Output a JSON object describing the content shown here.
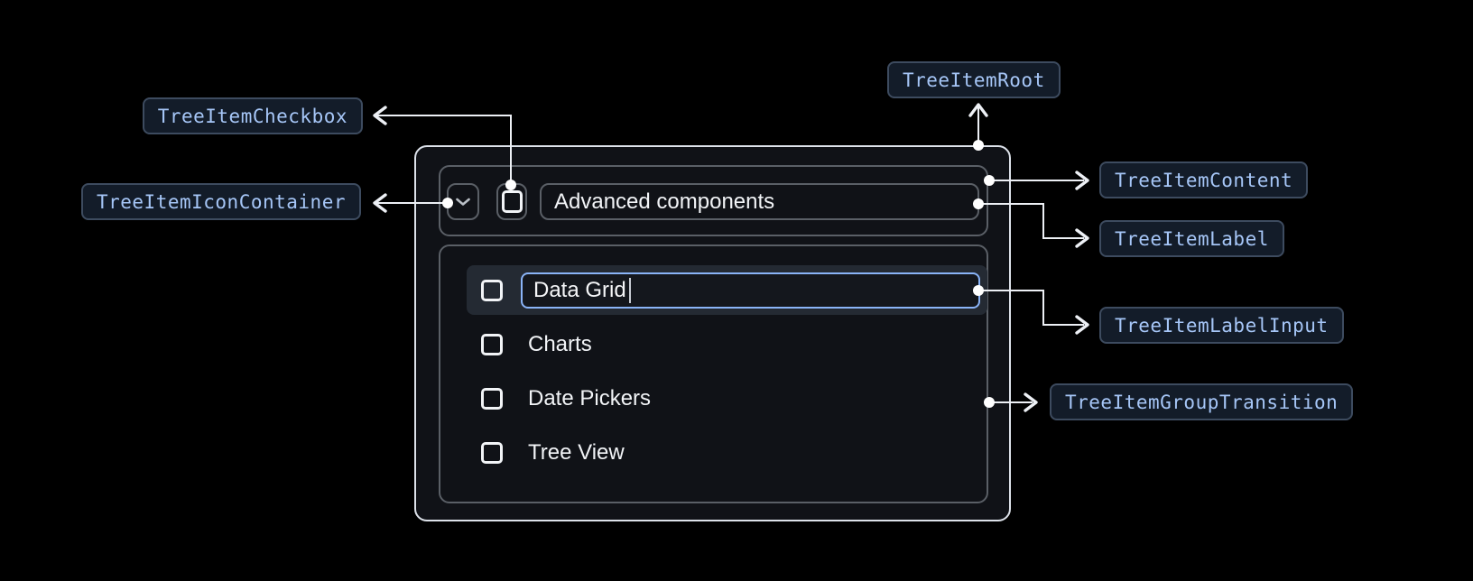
{
  "badges": {
    "root": "TreeItemRoot",
    "checkbox": "TreeItemCheckbox",
    "icon_container": "TreeItemIconContainer",
    "content": "TreeItemContent",
    "label": "TreeItemLabel",
    "label_input": "TreeItemLabelInput",
    "group_transition": "TreeItemGroupTransition"
  },
  "tree": {
    "parent": {
      "label": "Advanced components",
      "expanded": true,
      "checked": false
    },
    "editing_item": {
      "value": "Data Grid",
      "checked": false
    },
    "items": [
      {
        "label": "Charts",
        "checked": false
      },
      {
        "label": "Date Pickers",
        "checked": false
      },
      {
        "label": "Tree View",
        "checked": false
      }
    ]
  },
  "icons": {
    "expand_icon": "chevron-down-icon"
  },
  "colors": {
    "page_background": "#000000",
    "component_background": "#101217",
    "root_border": "#dde2ea",
    "inner_border": "#5a5f66",
    "row_highlight": "#242a33",
    "input_accent": "#8ab4f8",
    "text": "#f2f4f7",
    "badge_background": "#131c29",
    "badge_border": "#3d4b5f",
    "badge_text": "#a6c6f7",
    "connector": "#edf0f5"
  }
}
